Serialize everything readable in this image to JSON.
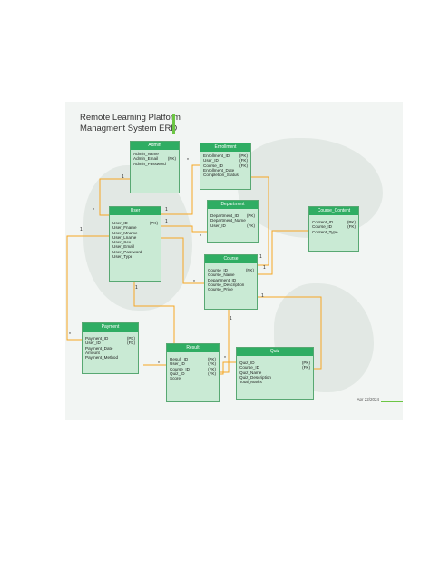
{
  "title": {
    "line1": "Remote Learning Platform",
    "line2": "Managment System ERD"
  },
  "date": "Apr 22/2024",
  "entities": {
    "admin": {
      "name": "Admin",
      "attrs": [
        {
          "text": "Admin_Name",
          "key": ""
        },
        {
          "text": "Admin_Email",
          "key": "(PK)"
        },
        {
          "text": "Admin_Password",
          "key": ""
        }
      ]
    },
    "enrollment": {
      "name": "Enrollment",
      "attrs": [
        {
          "text": "Enrollment_ID",
          "key": "(PK)"
        },
        {
          "text": "User_ID",
          "key": "(FK)"
        },
        {
          "text": "Course_ID",
          "key": "(FK)"
        },
        {
          "text": "Enrollment_Date",
          "key": ""
        },
        {
          "text": "Completion_Status",
          "key": ""
        }
      ]
    },
    "user": {
      "name": "User",
      "attrs": [
        {
          "text": "User_ID",
          "key": "(PK)"
        },
        {
          "text": "User_Fname",
          "key": ""
        },
        {
          "text": "User_Mname",
          "key": ""
        },
        {
          "text": "User_Lname",
          "key": ""
        },
        {
          "text": "User_Sex",
          "key": ""
        },
        {
          "text": "User_Email",
          "key": ""
        },
        {
          "text": "User_Password",
          "key": ""
        },
        {
          "text": "User_Type",
          "key": ""
        }
      ]
    },
    "department": {
      "name": "Department",
      "attrs": [
        {
          "text": "Department_ID",
          "key": "(PK)"
        },
        {
          "text": "Department_Name",
          "key": ""
        },
        {
          "text": "User_ID",
          "key": "(FK)"
        }
      ]
    },
    "course_content": {
      "name": "Course_Content",
      "attrs": [
        {
          "text": "Content_ID",
          "key": "(PK)"
        },
        {
          "text": "Course_ID",
          "key": "(FK)"
        },
        {
          "text": "Content_Type",
          "key": ""
        }
      ]
    },
    "course": {
      "name": "Course",
      "attrs": [
        {
          "text": "Course_ID",
          "key": "(PK)"
        },
        {
          "text": "Course_Name",
          "key": ""
        },
        {
          "text": "Department_ID",
          "key": ""
        },
        {
          "text": "Course_Description",
          "key": ""
        },
        {
          "text": "Course_Price",
          "key": ""
        }
      ]
    },
    "payment": {
      "name": "Payment",
      "attrs": [
        {
          "text": "Payment_ID",
          "key": "(PK)"
        },
        {
          "text": "User_ID",
          "key": "(FK)"
        },
        {
          "text": "Payment_Date",
          "key": ""
        },
        {
          "text": "Amount",
          "key": ""
        },
        {
          "text": "Payment_Method",
          "key": ""
        }
      ]
    },
    "result": {
      "name": "Result",
      "attrs": [
        {
          "text": "Result_ID",
          "key": "(PK)"
        },
        {
          "text": "User_ID",
          "key": "(FK)"
        },
        {
          "text": "Course_ID",
          "key": "(FK)"
        },
        {
          "text": "Quiz_ID",
          "key": "(FK)"
        },
        {
          "text": "Score",
          "key": ""
        }
      ]
    },
    "quiz": {
      "name": "Quiz",
      "attrs": [
        {
          "text": "Quiz_ID",
          "key": "(PK)"
        },
        {
          "text": "Course_ID",
          "key": "(FK)"
        },
        {
          "text": "Quiz_Name",
          "key": ""
        },
        {
          "text": "Quiz_Description",
          "key": ""
        },
        {
          "text": "Total_Marks",
          "key": ""
        }
      ]
    }
  },
  "cardinality": {
    "one": "1",
    "many": "*"
  },
  "colors": {
    "header": "#2fad63",
    "body": "#c9ead4",
    "link": "#f5a623",
    "accent": "#6cc644"
  }
}
